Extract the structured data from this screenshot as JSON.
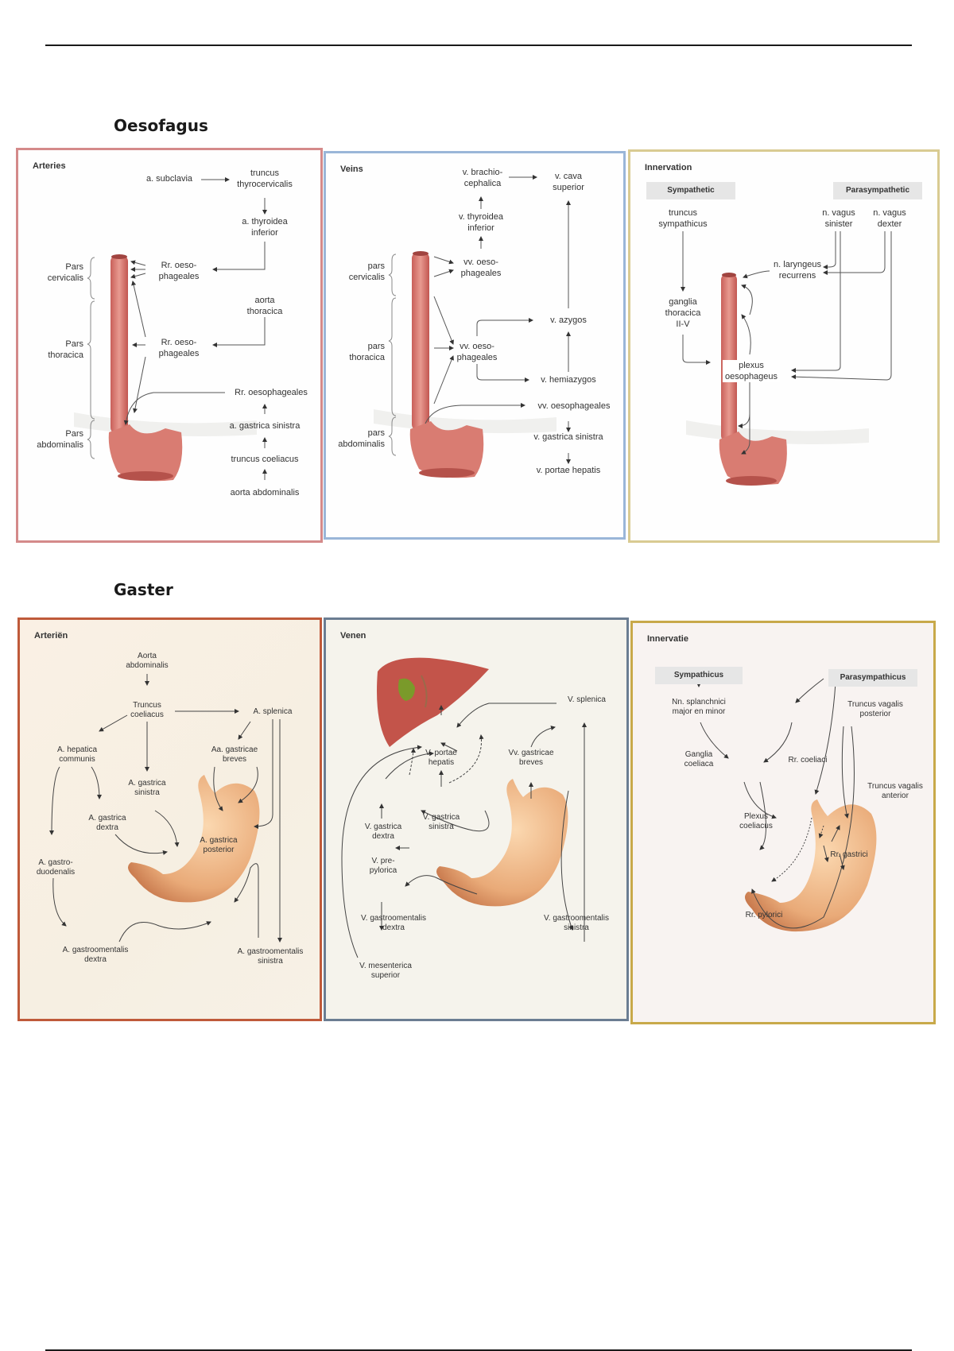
{
  "sections": {
    "oesofagus": {
      "title": "Oesofagus",
      "arteries": {
        "title": "Arteries",
        "labels": {
          "subclavia": "a. subclavia",
          "truncus_thyro": [
            "truncus",
            "thyrocervicalis"
          ],
          "thyroidea_inf": [
            "a. thyroidea",
            "inferior"
          ],
          "rr_oeso_cerv": [
            "Rr. oeso-",
            "phageales"
          ],
          "aorta_thor": [
            "aorta",
            "thoracica"
          ],
          "rr_oeso_thor": [
            "Rr. oeso-",
            "phageales"
          ],
          "rr_oesophageales": "Rr. oesophageales",
          "gastrica_sin": "a. gastrica sinistra",
          "truncus_coel": "truncus coeliacus",
          "aorta_abd": "aorta abdominalis",
          "pars_cerv": [
            "Pars",
            "cervicalis"
          ],
          "pars_thor": [
            "Pars",
            "thoracica"
          ],
          "pars_abd": [
            "Pars",
            "abdominalis"
          ]
        }
      },
      "veins": {
        "title": "Veins",
        "labels": {
          "brachio": [
            "v. brachio-",
            "cephalica"
          ],
          "cava_sup": [
            "v. cava",
            "superior"
          ],
          "thyroidea_inf": [
            "v. thyroidea",
            "inferior"
          ],
          "vv_oeso_cerv": [
            "vv. oeso-",
            "phageales"
          ],
          "azygos": "v. azygos",
          "vv_oeso_thor": [
            "vv. oeso-",
            "phageales"
          ],
          "hemiazygos": "v. hemiazygos",
          "vv_oesophageales": "vv. oesophageales",
          "gastrica_sin": "v. gastrica sinistra",
          "portae": "v. portae hepatis",
          "pars_cerv": [
            "pars",
            "cervicalis"
          ],
          "pars_thor": [
            "pars",
            "thoracica"
          ],
          "pars_abd": [
            "pars",
            "abdominalis"
          ]
        }
      },
      "innervation": {
        "title": "Innervation",
        "sympathetic_header": "Sympathetic",
        "parasympathetic_header": "Parasympathetic",
        "labels": {
          "truncus_symp": [
            "truncus",
            "sympathicus"
          ],
          "ganglia": [
            "ganglia",
            "thoracica",
            "II-V"
          ],
          "vagus_sin": [
            "n. vagus",
            "sinister"
          ],
          "vagus_dex": [
            "n. vagus",
            "dexter"
          ],
          "laryngeus": [
            "n. laryngeus",
            "recurrens"
          ],
          "plexus": [
            "plexus",
            "oesophageus"
          ]
        }
      }
    },
    "gaster": {
      "title": "Gaster",
      "arterien": {
        "title": "Arteriën",
        "labels": {
          "aorta_abd": [
            "Aorta",
            "abdominalis"
          ],
          "truncus_coel": [
            "Truncus",
            "coeliacus"
          ],
          "splenica": "A. splenica",
          "hepatica_comm": [
            "A. hepatica",
            "communis"
          ],
          "gastricae_breves": [
            "Aa. gastricae",
            "breves"
          ],
          "gastrica_sin": [
            "A. gastrica",
            "sinistra"
          ],
          "gastrica_dex": [
            "A. gastrica",
            "dextra"
          ],
          "gastrica_post": [
            "A. gastrica",
            "posterior"
          ],
          "gastroduod": [
            "A. gastro-",
            "duodenalis"
          ],
          "gastroom_dex": [
            "A. gastroomentalis",
            "dextra"
          ],
          "gastroom_sin": [
            "A. gastroomentalis",
            "sinistra"
          ]
        }
      },
      "venen": {
        "title": "Venen",
        "labels": {
          "splenica": "V. splenica",
          "portae": [
            "V. portae",
            "hepatis"
          ],
          "gastricae_breves": [
            "Vv. gastricae",
            "breves"
          ],
          "gastrica_sin": [
            "V. gastrica",
            "sinistra"
          ],
          "gastrica_dex": [
            "V. gastrica",
            "dextra"
          ],
          "prepylorica": [
            "V. pre-",
            "pylorica"
          ],
          "gastroom_dex": [
            "V. gastroomentalis",
            "dextra"
          ],
          "gastroom_sin": [
            "V. gastroomentalis",
            "sinistra"
          ],
          "mesenterica": [
            "V. mesenterica",
            "superior"
          ]
        }
      },
      "innervatie": {
        "title": "Innervatie",
        "sympathicus_header": "Sympathicus",
        "parasympathicus_header": "Parasympathicus",
        "labels": {
          "splanchnici": [
            "Nn. splanchnici",
            "major en minor"
          ],
          "ganglia": [
            "Ganglia",
            "coeliaca"
          ],
          "vagalis_post": [
            "Truncus vagalis",
            "posterior"
          ],
          "rr_coeliaci": "Rr. coeliaci",
          "vagalis_ant": [
            "Truncus vagalis",
            "anterior"
          ],
          "plexus": [
            "Plexus",
            "coeliacus"
          ],
          "rr_gastrici": "Rr. gastrici",
          "rr_pylorici": "Rr. pylorici"
        }
      }
    }
  }
}
